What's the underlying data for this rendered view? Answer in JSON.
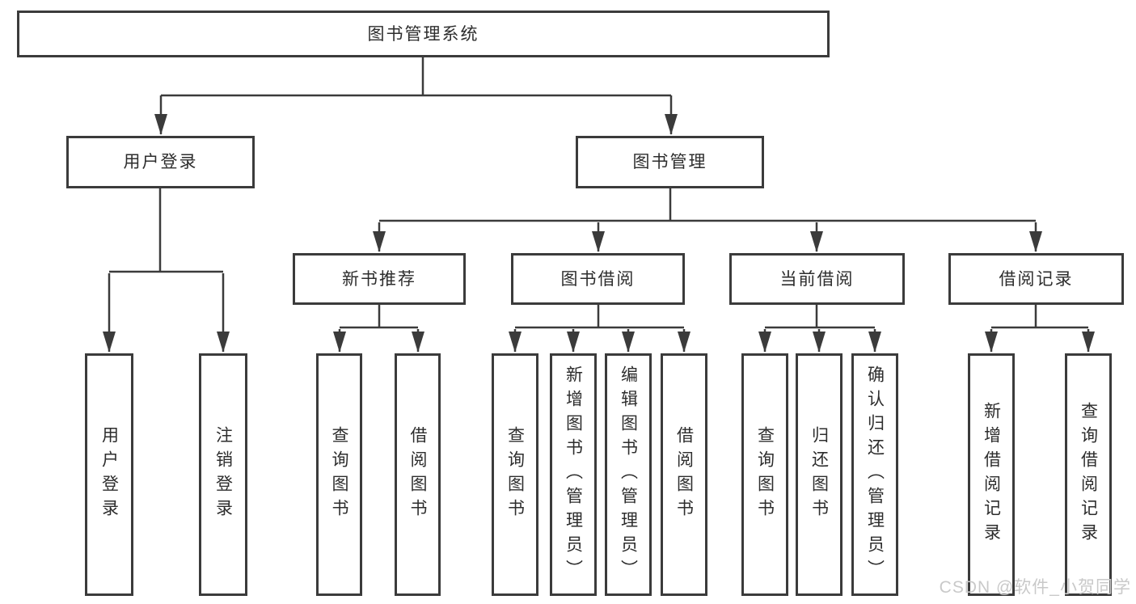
{
  "tree": {
    "root": {
      "label": "图书管理系统"
    },
    "login": {
      "label": "用户登录",
      "children": [
        {
          "label": "用户登录"
        },
        {
          "label": "注销登录"
        }
      ]
    },
    "mgmt": {
      "label": "图书管理",
      "groups": [
        {
          "label": "新书推荐",
          "children": [
            {
              "label": "查询图书"
            },
            {
              "label": "借阅图书"
            }
          ]
        },
        {
          "label": "图书借阅",
          "children": [
            {
              "label": "查询图书"
            },
            {
              "label": "新增图书（管理员）"
            },
            {
              "label": "编辑图书（管理员）"
            },
            {
              "label": "借阅图书"
            }
          ]
        },
        {
          "label": "当前借阅",
          "children": [
            {
              "label": "查询图书"
            },
            {
              "label": "归还图书"
            },
            {
              "label": "确认归还（管理员）"
            }
          ]
        },
        {
          "label": "借阅记录",
          "children": [
            {
              "label": "新增借阅记录"
            },
            {
              "label": "查询借阅记录"
            }
          ]
        }
      ]
    }
  },
  "watermark": {
    "text": "CSDN @软件_小贺同学"
  },
  "colors": {
    "line": "#3b3b3b",
    "text": "#2d2d2d",
    "watermark": "#c9c9c9",
    "background": "#ffffff"
  }
}
